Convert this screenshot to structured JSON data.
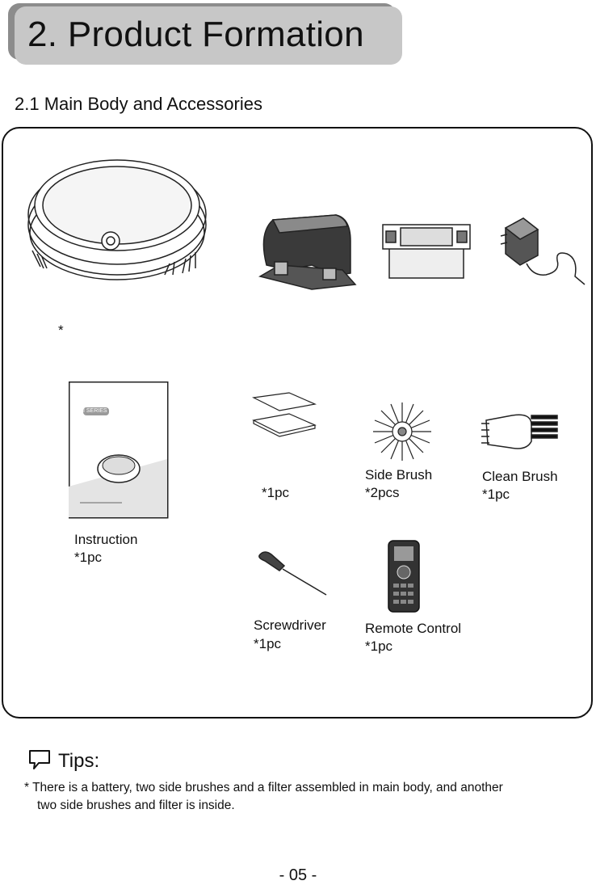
{
  "header": {
    "title": "2. Product Formation"
  },
  "section": {
    "title": "2.1 Main Body and Accessories"
  },
  "items": {
    "main_body": {
      "qty": "*"
    },
    "instruction": {
      "name": "Instruction",
      "qty": "*1pc",
      "cover_text": "I SERIES"
    },
    "filter": {
      "qty": "*1pc"
    },
    "side_brush": {
      "name": "Side Brush",
      "qty": "*2pcs"
    },
    "clean_brush": {
      "name": "Clean Brush",
      "qty": "*1pc"
    },
    "screwdriver": {
      "name": "Screwdriver",
      "qty": "*1pc"
    },
    "remote": {
      "name": "Remote Control",
      "qty": "*1pc"
    }
  },
  "tips": {
    "title": "Tips:",
    "note_star": "*",
    "note_line1": "There is a battery, two side brushes and a filter assembled in main body, and another",
    "note_line2": "two side brushes and filter is inside."
  },
  "page_number": "- 05 -",
  "icons": [
    "speech-bubble-icon"
  ]
}
